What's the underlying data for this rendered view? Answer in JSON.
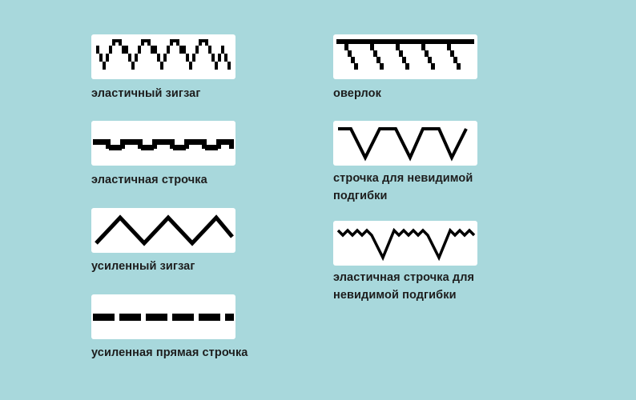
{
  "colors": {
    "background": "#a8d8dc",
    "card": "#ffffff",
    "stitch": "#000000",
    "text": "#1d1d1d"
  },
  "stitches": [
    {
      "id": "elastic-zigzag",
      "label": "эластичный зигзаг"
    },
    {
      "id": "elastic-stitch",
      "label": "эластичная строчка"
    },
    {
      "id": "reinforced-zigzag",
      "label": "усиленный зигзаг"
    },
    {
      "id": "reinforced-straight",
      "label": "усиленная прямая строчка"
    },
    {
      "id": "overlock",
      "label": "оверлок"
    },
    {
      "id": "blind-hem",
      "label": "строчка для невидимой подгибки"
    },
    {
      "id": "elastic-blind-hem",
      "label": "эластичная строчка для невидимой подгибки"
    }
  ]
}
